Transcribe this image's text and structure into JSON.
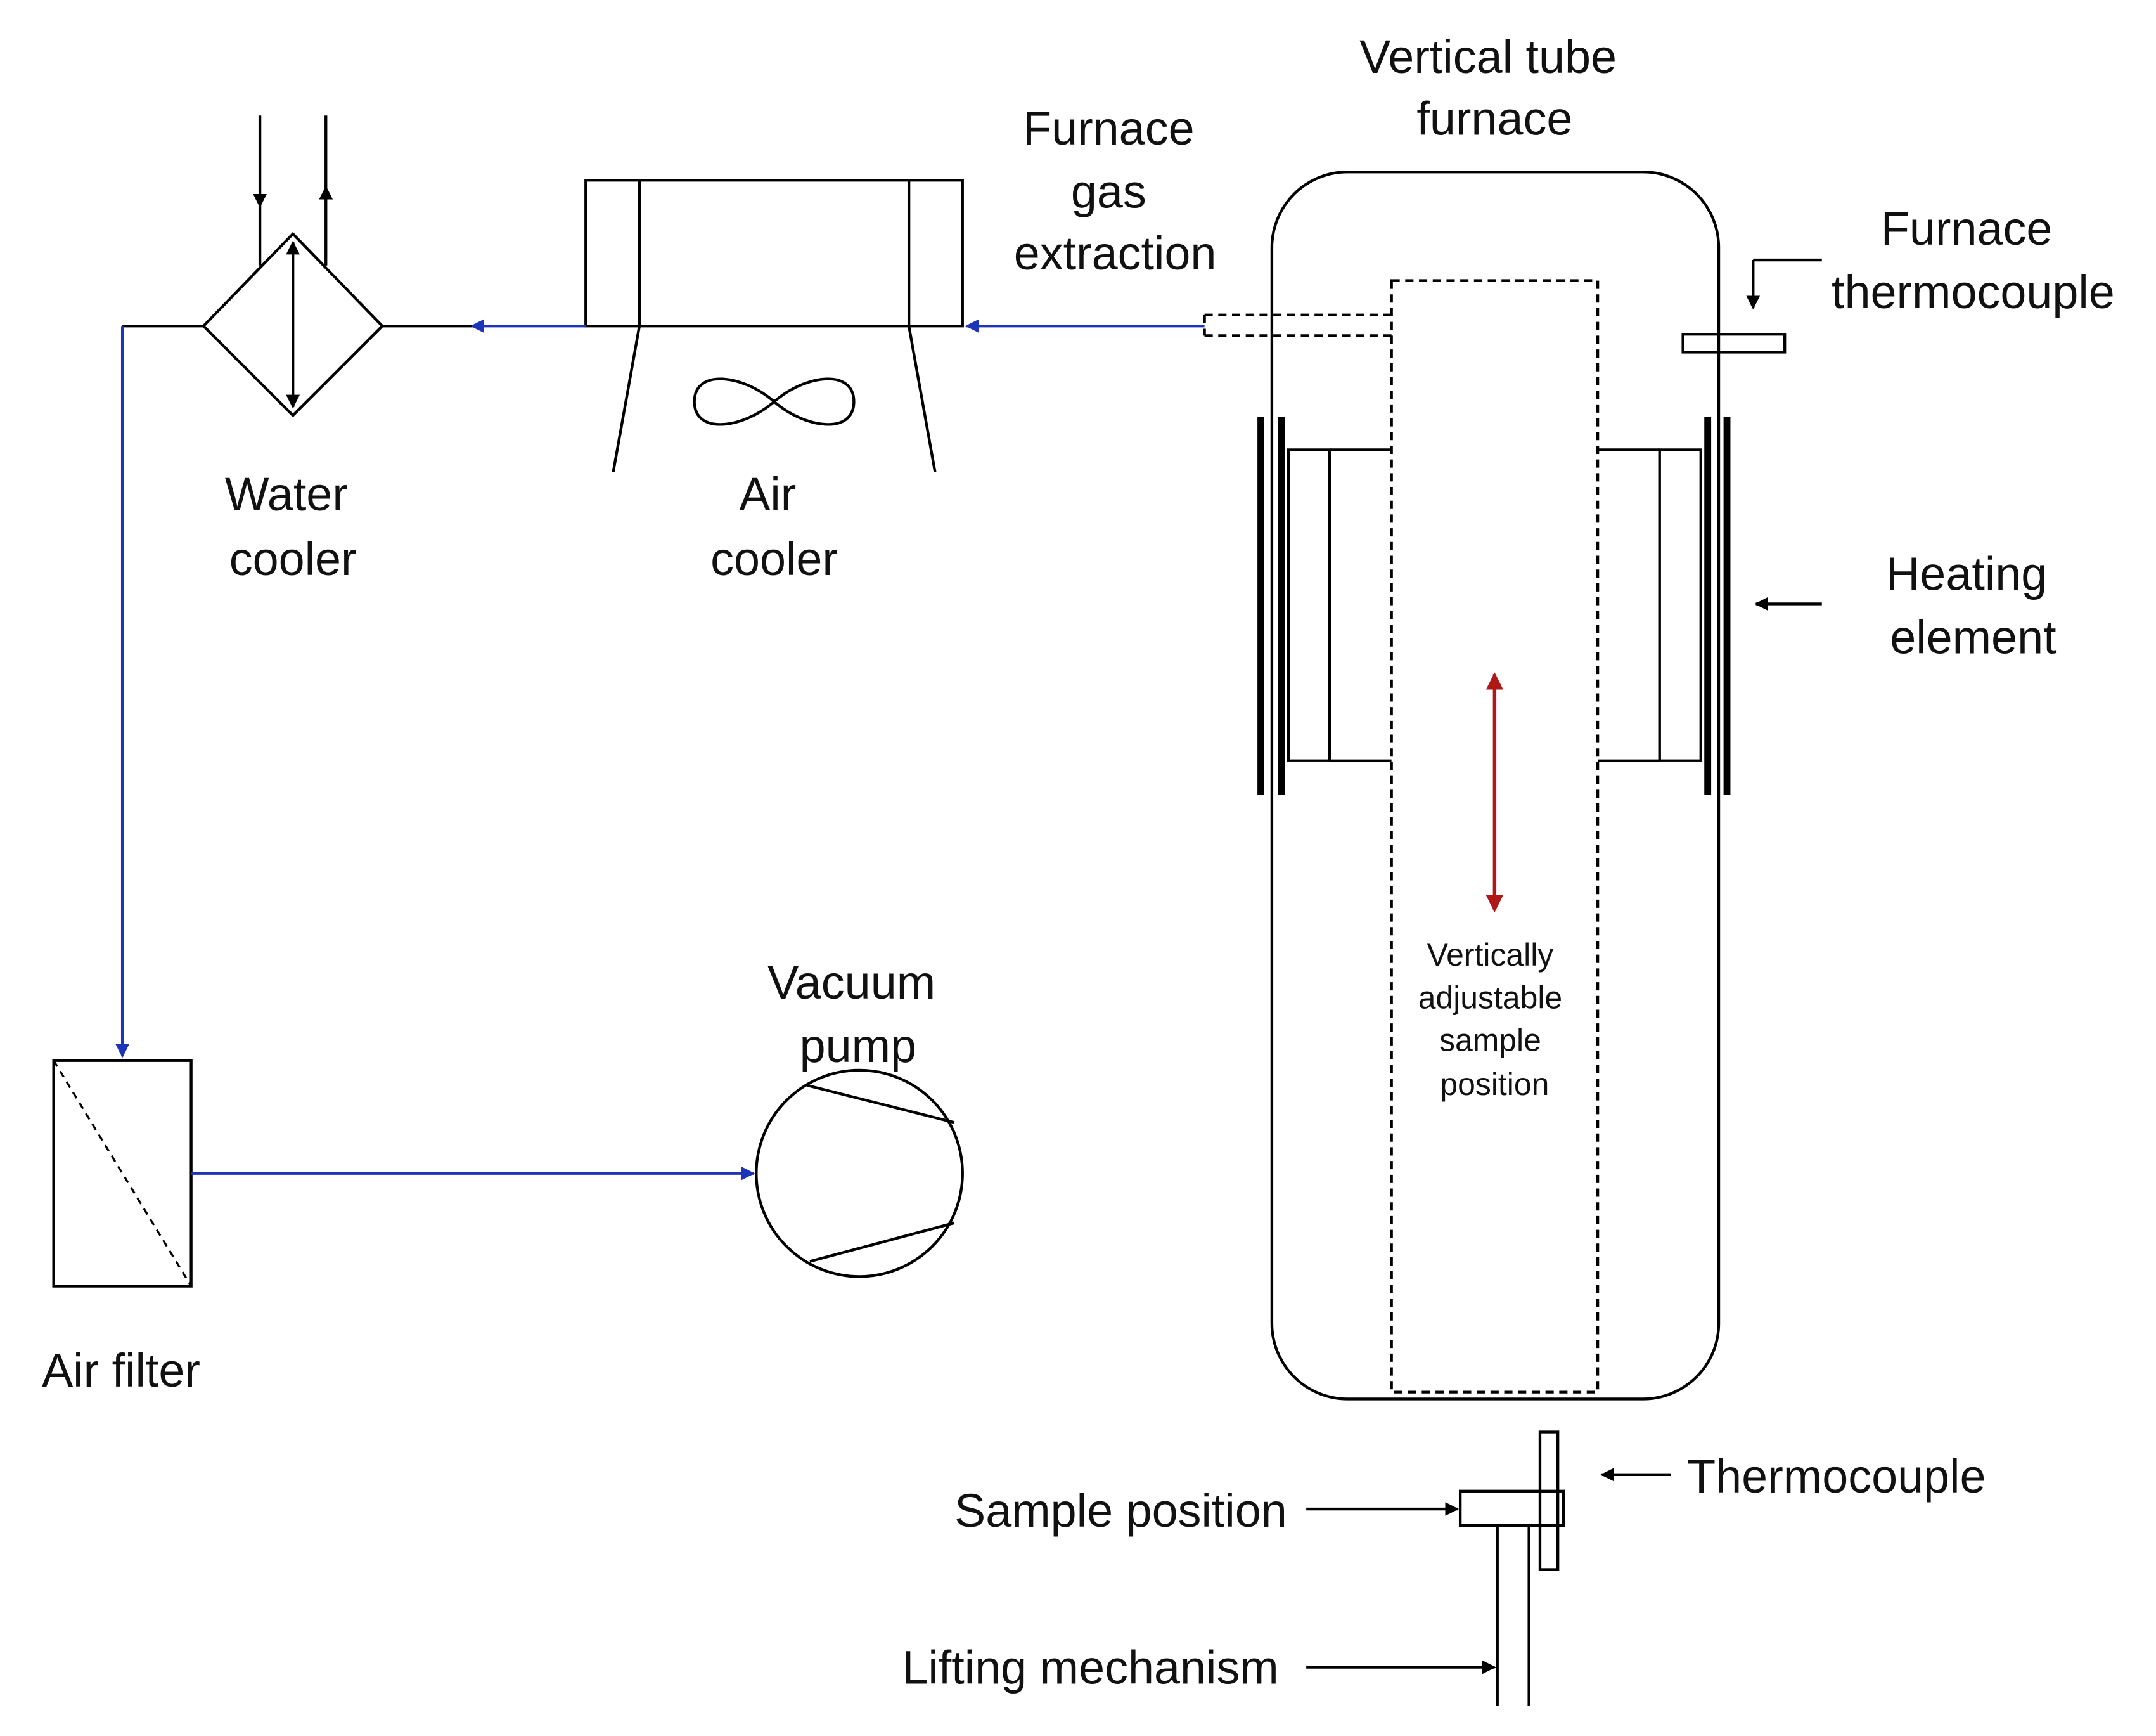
{
  "labels": {
    "vertical_tube_furnace": [
      "Vertical tube",
      "furnace"
    ],
    "furnace_gas_extraction": [
      "Furnace",
      "gas",
      "extraction"
    ],
    "furnace_thermocouple": [
      "Furnace",
      "thermocouple"
    ],
    "heating_element": [
      "Heating",
      "element"
    ],
    "water_cooler": [
      "Water",
      "cooler"
    ],
    "air_cooler": [
      "Air",
      "cooler"
    ],
    "vacuum_pump": [
      "Vacuum",
      "pump"
    ],
    "air_filter": "Air filter",
    "vertically_adjustable": [
      "Vertically",
      "adjustable",
      "sample",
      "position"
    ],
    "thermocouple": "Thermocouple",
    "sample_position": "Sample position",
    "lifting_mechanism": "Lifting mechanism"
  },
  "colors": {
    "gas_flow": "#1c34b8",
    "adjust_arrow": "#b01818",
    "lines": "#000000"
  }
}
